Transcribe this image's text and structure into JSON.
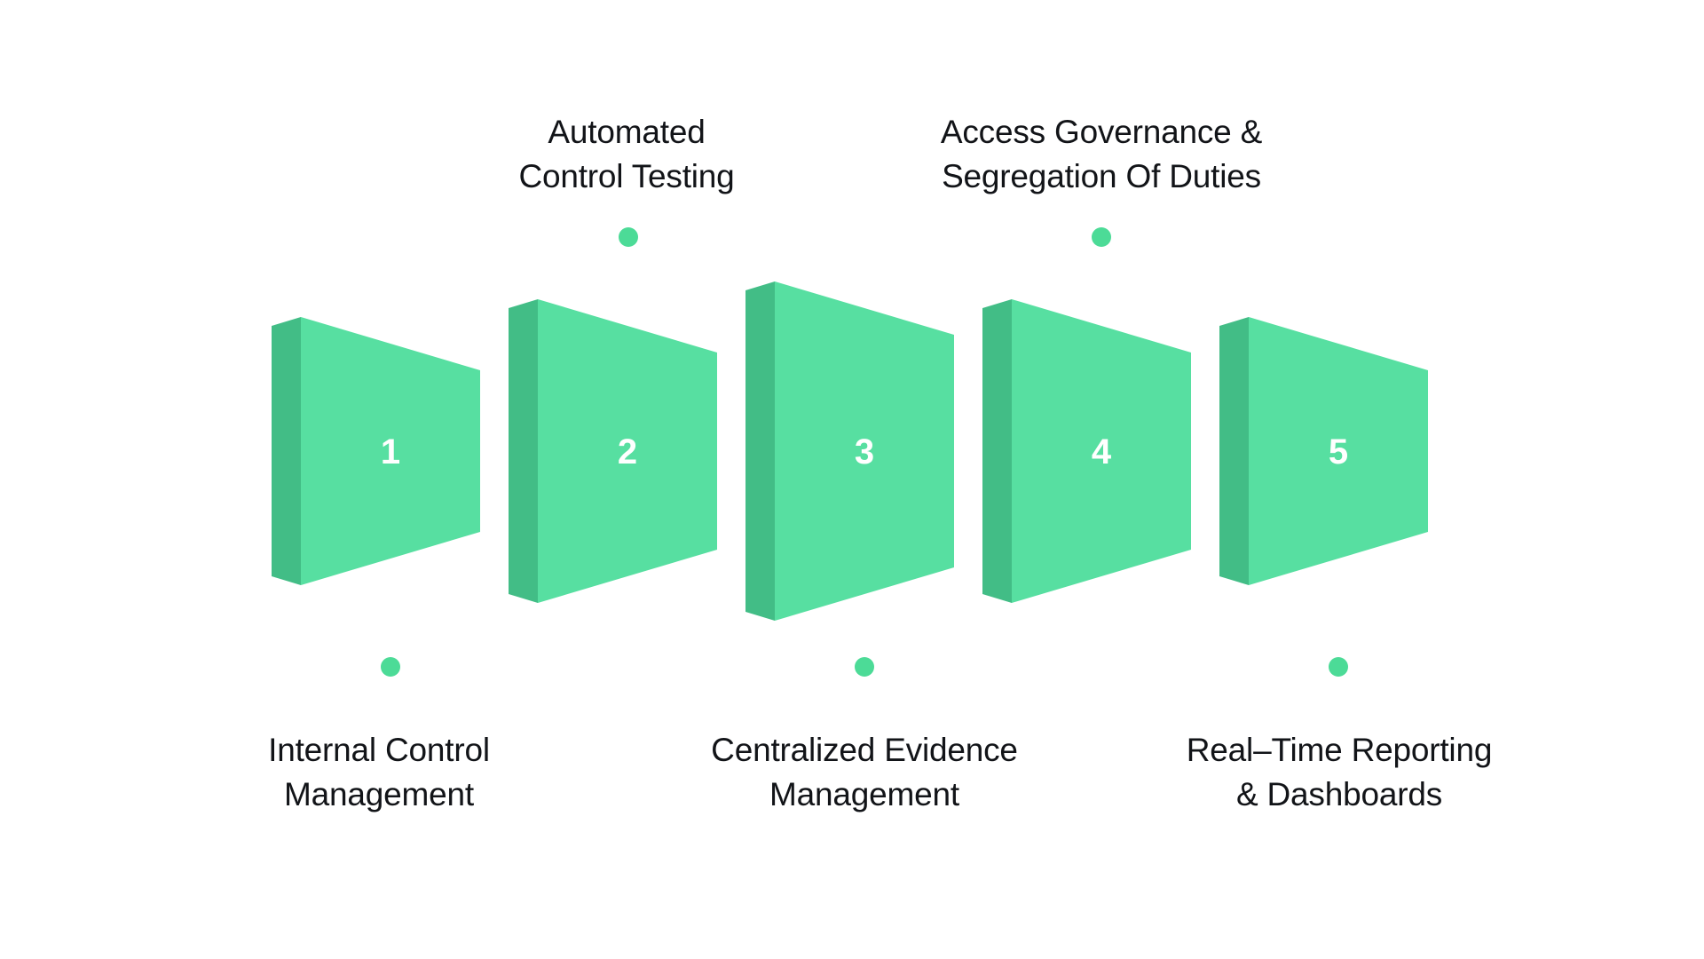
{
  "colors": {
    "background": "#ffffff",
    "face": "#57dfa1",
    "side": "#42bd86",
    "dot": "#4cdb97",
    "label_text": "#121418",
    "number_text": "#ffffff"
  },
  "steps": [
    {
      "number": "1",
      "label_line1": "Internal Control",
      "label_line2": "Management",
      "label_position": "below"
    },
    {
      "number": "2",
      "label_line1": "Automated",
      "label_line2": "Control Testing",
      "label_position": "above"
    },
    {
      "number": "3",
      "label_line1": "Centralized Evidence",
      "label_line2": "Management",
      "label_position": "below"
    },
    {
      "number": "4",
      "label_line1": "Access Governance &",
      "label_line2": "Segregation Of Duties",
      "label_position": "above"
    },
    {
      "number": "5",
      "label_line1": "Real–Time Reporting",
      "label_line2": "& Dashboards",
      "label_position": "below"
    }
  ]
}
